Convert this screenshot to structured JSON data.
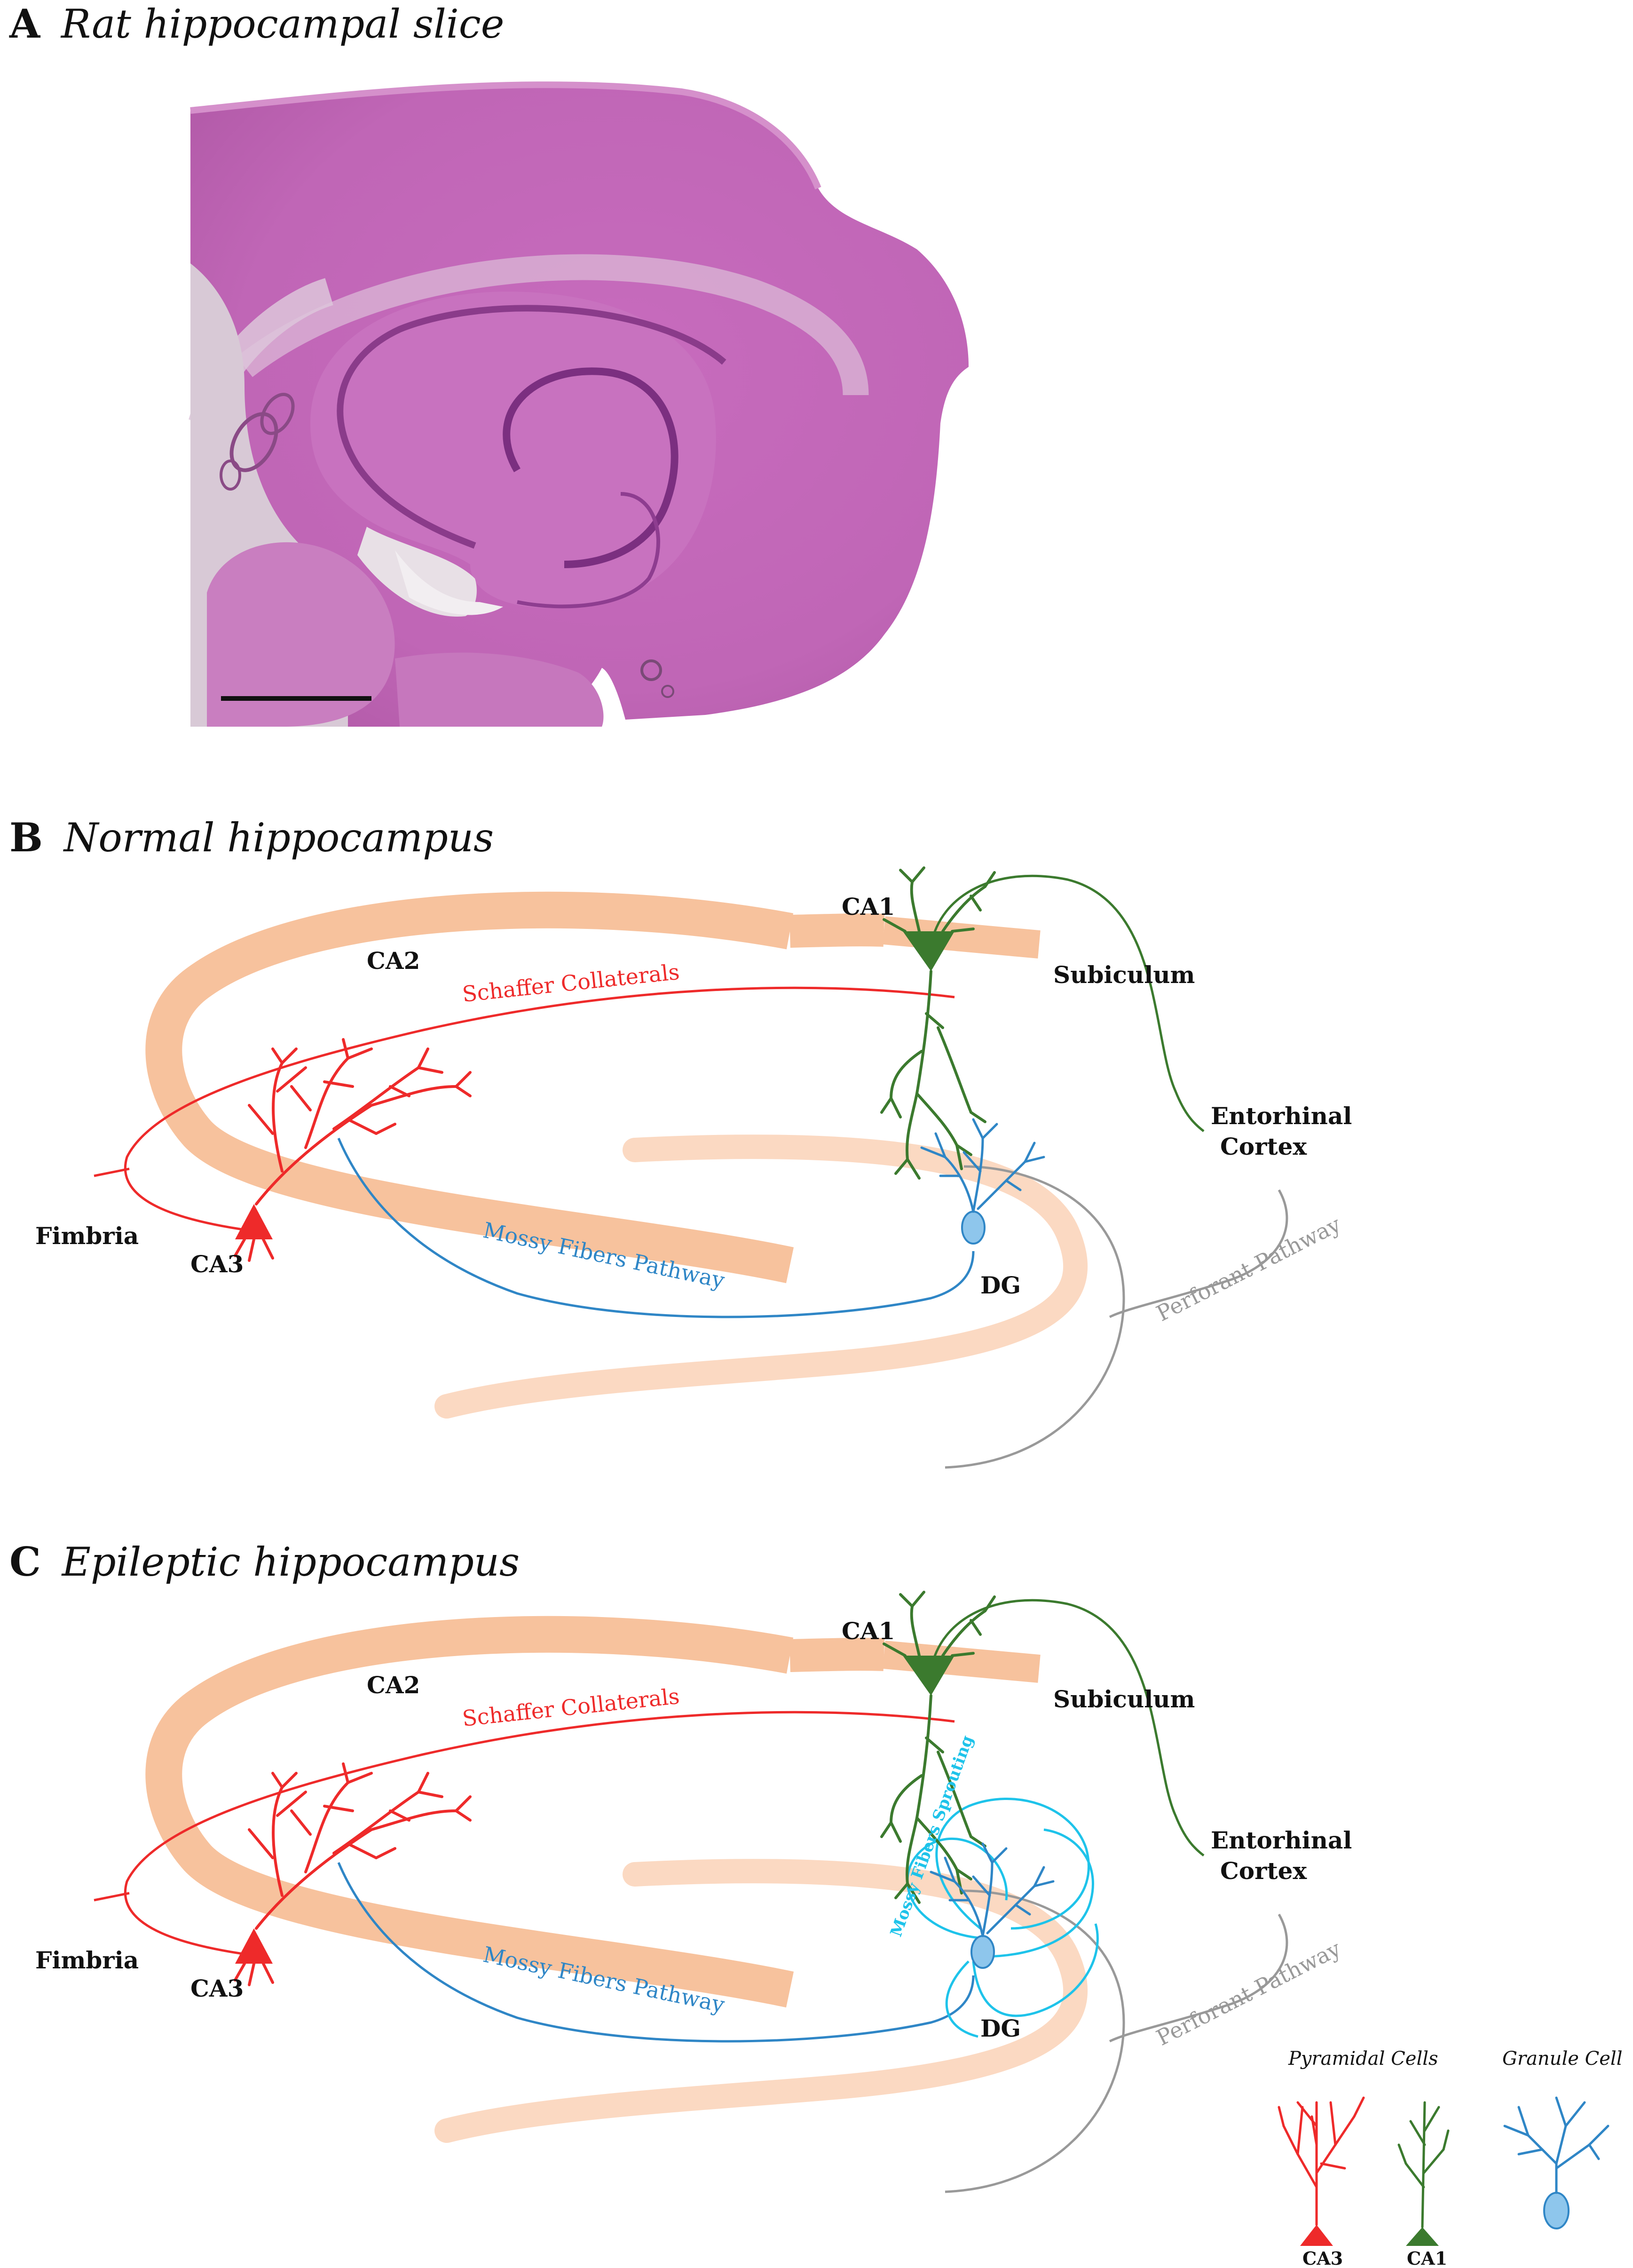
{
  "panelA": {
    "letter": "A",
    "title": "Rat hippocampal slice"
  },
  "panelB": {
    "letter": "B",
    "title": "Normal hippocampus",
    "labels": {
      "ca1": "CA1",
      "ca2": "CA2",
      "ca3": "CA3",
      "dg": "DG",
      "subiculum": "Subiculum",
      "entorhinal_line1": "Entorhinal",
      "entorhinal_line2": "Cortex",
      "fimbria": "Fimbria",
      "schaffer": "Schaffer Collaterals",
      "mossy": "Mossy Fibers Pathway",
      "perforant": "Perforant Pathway"
    }
  },
  "panelC": {
    "letter": "C",
    "title": "Epileptic hippocampus",
    "labels": {
      "ca1": "CA1",
      "ca2": "CA2",
      "ca3": "CA3",
      "dg": "DG",
      "subiculum": "Subiculum",
      "entorhinal_line1": "Entorhinal",
      "entorhinal_line2": "Cortex",
      "fimbria": "Fimbria",
      "schaffer": "Schaffer Collaterals",
      "mossy": "Mossy Fibers Pathway",
      "perforant": "Perforant Pathway",
      "sprouting": "Mossy Fibers Sprouting"
    }
  },
  "legend": {
    "pyramidal_title": "Pyramidal Cells",
    "granule_title": "Granule Cell",
    "ca3": "CA3",
    "ca1": "CA1"
  },
  "colors": {
    "ca3_red": "#ee2a2a",
    "ca1_green": "#3b7a2e",
    "granule_blue": "#2f86c6",
    "sprouting_cyan": "#1ec3ea",
    "perforant_gray": "#999999",
    "band_orange": "#f7c29d",
    "band_light": "#fbd9c2"
  }
}
